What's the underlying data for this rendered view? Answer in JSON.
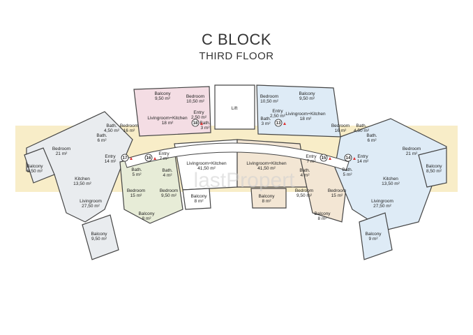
{
  "header": {
    "title": "C BLOCK",
    "subtitle": "THIRD FLOOR"
  },
  "colors": {
    "left_apartment": "#e9ecef",
    "pink_apartment": "#f4dde4",
    "green_apartment": "#e7ecd7",
    "tan_apartment": "#f3e6d4",
    "right_apartment": "#deebf6",
    "right_top_apartment": "#deebf6",
    "band": "#f8edc8",
    "corridor": "#ffffff"
  },
  "watermark": "lastPropert",
  "rooms": {
    "lift": "Lift",
    "pink_balcony": "Balcony 9,50 m²",
    "pink_bedroom": "Bedroom 10,50 m²",
    "pink_living": "Livingroom+Kitchen 18 m²",
    "pink_entry": "Entry 2,50 m²",
    "pink_bath": "Bath. 3 m²",
    "rt_balcony": "Balcony 9,50 m²",
    "rt_bedroom": "Bedroom 10,50 m²",
    "rt_entry": "Entry 2,50 m²",
    "rt_bath": "Bath. 3 m²",
    "rt_living": "Livingroom+Kitchen 18 m²",
    "left_balcony_top": "Balcony 8,50 m²",
    "left_bedroom_a": "Bedroom 21 m²",
    "left_bath_a": "Bath. 6 m²",
    "left_bath_b": "Bath. 4,50 m²",
    "left_bedroom_b": "Bedroom 16 m²",
    "left_entry": "Entry 14 m²",
    "left_kitchen": "Kitchen 13,50 m²",
    "left_living": "Livingroom 27,50 m²",
    "left_balcony_bottom": "Balcony 9,50 m²",
    "g_bath": "Bath. 5 m²",
    "g_entry": "Entry 7 m²",
    "g_bath2": "Bath. 4 m²",
    "g_bedroom_a": "Bedroom 15 m²",
    "g_bedroom_b": "Bedroom 9,50 m²",
    "g_balcony": "Balcony 8 m²",
    "w_living": "Livingroom+Kitchen 41,50 m²",
    "w_balcony": "Balcony 8 m²",
    "t_living": "Livingroom+Kitchen 41,50 m²",
    "t_balcony": "Balcony 8 m²",
    "t_entry": "Entry 7 m²",
    "t_bath": "Bath. 4 m²",
    "t_bath2": "Bath. 5 m²",
    "t_bedroom_a": "Bedroom 9,50 m²",
    "t_bedroom_b": "Bedroom 15 m²",
    "t_balcony2": "Balcony 8 m²",
    "r_bedroom_b": "Bedroom 16 m²",
    "r_bath_b": "Bath. 4,50 m²",
    "r_bath_a": "Bath. 6 m²",
    "r_bedroom_a": "Bedroom 21 m²",
    "r_balcony_top": "Balcony 8,50 m²",
    "r_entry": "Entry 14 m²",
    "r_kitchen": "Kitchen 13,50 m²",
    "r_living": "Livingroom 27,50 m²",
    "r_balcony_bottom": "Balcony 9 m²"
  },
  "markers": [
    "17",
    "16",
    "18",
    "13",
    "15",
    "14"
  ]
}
